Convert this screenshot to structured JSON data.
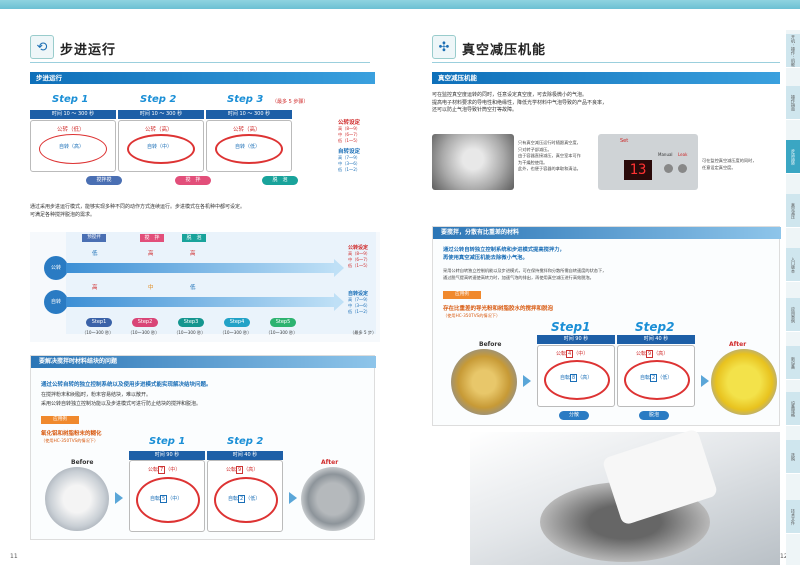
{
  "left": {
    "title": "步进运行",
    "bar1": "步进运行",
    "steps": [
      {
        "label": "Step 1",
        "time": "时间 10 〜 300 秒",
        "revolve": "公转（低）",
        "rotate": "自转（高）",
        "action": "搅拌搅"
      },
      {
        "label": "Step 2",
        "time": "时间 10 〜 300 秒",
        "revolve": "公转（高）",
        "rotate": "自转（中）",
        "action": "搅　拌"
      },
      {
        "label": "Step 3",
        "step_note": "（最多 5 步骤）",
        "time": "时间 10 〜 300 秒",
        "revolve": "公转（高）",
        "rotate": "自转（低）",
        "action": "脱　泡"
      }
    ],
    "rev_setting": {
      "title": "公转设定",
      "lines": [
        "高（8〜9）",
        "中（6〜7）",
        "低（1〜5）"
      ]
    },
    "rot_setting": {
      "title": "自转设定",
      "lines": [
        "高（7〜9）",
        "中（3〜6）",
        "低（1〜2）"
      ]
    },
    "desc": [
      "通过采用步进运行模式，能够实现多种不同的动作方式连续运行。步进模式在各机种中都可设定。",
      "可满足各种搅拌脱泡的需求。"
    ],
    "chart": {
      "heads": [
        "预搅拌",
        "搅　拌",
        "脱　泡"
      ],
      "revolve": {
        "name": "公转",
        "vals": [
          "低",
          "高",
          "高"
        ]
      },
      "rotate": {
        "name": "自转",
        "vals": [
          "高",
          "中",
          "低"
        ]
      },
      "rev_setting": {
        "title": "公转设定",
        "lines": [
          "高（8〜9）",
          "中（6〜7）",
          "低（1〜5）"
        ]
      },
      "rot_setting": {
        "title": "自转设定",
        "lines": [
          "高（7〜9）",
          "中（3〜6）",
          "低（1〜2）"
        ]
      },
      "steps": [
        "Step1",
        "Step2",
        "Step3",
        "Step4",
        "Step5"
      ],
      "times": [
        "（10〜300 秒）",
        "（10〜300 秒）",
        "（10〜300 秒）",
        "（10〜300 秒）",
        "（10〜300 秒）"
      ],
      "max": "（最多 5 步）"
    },
    "box2": {
      "title": "要解决搅拌时材料结块的问题",
      "lead": "通过公转自转的独立控制系统以及使用步进模式能实现解决结块问题。",
      "lines": [
        "在搅拌粉末和树脂时，粉末容易结块，难以散开。",
        "采用公转自转独立控制功能以及步进模式可进行防止结块的搅拌和脱泡。"
      ],
      "example": "应用例",
      "ex_title": "氧化铝和树脂粉末的糊化",
      "ex_sub": "（使用HC-350TVS的情况下）",
      "before": "Before",
      "after": "After",
      "step1": "Step 1",
      "time1": "时间 90 秒",
      "step2": "Step 2",
      "time2": "时间 40 秒",
      "rev1": "公転",
      "rev1n": "7",
      "rev1l": "（中）",
      "rot1": "自転",
      "rot1n": "5",
      "rot1l": "（中）",
      "rev2": "公転",
      "rev2n": "9",
      "rev2l": "（高）",
      "rot2": "自転",
      "rot2n": "2",
      "rot2l": "（低）"
    },
    "page": "11"
  },
  "right": {
    "title": "真空减压机能",
    "bar1": "真空减压机能",
    "desc": [
      "可在监控真空度运转的同时，任意设定真空度，可去除极微小的气泡。",
      "提高电子材料要求的导电性和绝缘性，降低光学材料中气泡导致的产品不良率，",
      "还可以防止气泡导致针筒空打等故障。"
    ],
    "photo_caption": [
      "只有真空减压运行时随跟真空度，",
      "只对转子部减压。",
      "由于容器直接减压，真空室本可作",
      "为干燥腔使用。",
      "此外，也便于容器的拿取和清洁。"
    ],
    "panel_caption": [
      "可在监控真空减压度的同时，",
      "任意设定真空度。"
    ],
    "panel": {
      "set": "Set",
      "manual": "Manual",
      "leak": "Leak",
      "display": "13"
    },
    "box": {
      "title": "要搅拌，分散有比重差的材料",
      "lead": [
        "通过公转自转独立控制系统和步进模式提高搅拌力，",
        "再使用真空减压机能去除微小气泡。"
      ],
      "lines": [
        "采用公转自转独立控制机能以及步进模式，可在保持搅拌和分散所需自转速度的状态下，",
        "通过脱气提高转速使高转力时，加速气泡的排出，再使用真空减压进行高效脱泡。"
      ],
      "example": "应用例",
      "ex_title": "存在比重差的导光粉和树脂胶水的搅拌和脱泡",
      "ex_sub": "（使用HC-350TVS的情况下）",
      "before": "Before",
      "after": "After",
      "step1": "Step1",
      "time1": "时间 90 秒",
      "step2": "Step2",
      "time2": "时间 40 秒",
      "rev1": "公転",
      "rev1n": "4",
      "rev1l": "（中）",
      "rot1": "自転",
      "rot1n": "8",
      "rot1l": "（高）",
      "rev2": "公転",
      "rev2n": "9",
      "rev2l": "（高）",
      "rot2": "自転",
      "rot2n": "2",
      "rot2l": "（低）",
      "tag1": "分散",
      "tag2": "脱泡"
    },
    "page": "12"
  },
  "tabs": [
    "开机 · 操作 · 机能",
    "操作指南",
    "步进运转",
    "真空减压",
    "入门版本",
    "应用案例",
    "新设备",
    "设备规格",
    "选购",
    "技术文件"
  ]
}
